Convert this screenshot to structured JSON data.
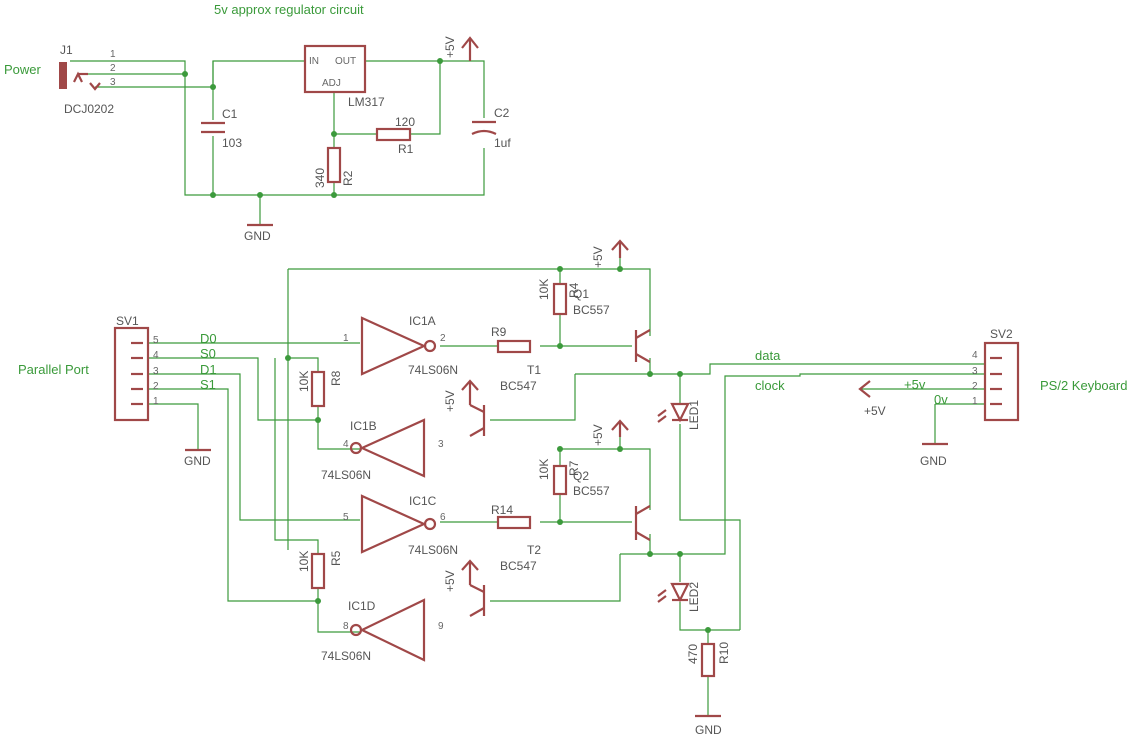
{
  "title": "5v approx regulator circuit",
  "connector_labels": {
    "power": "Power",
    "parallel_port": "Parallel Port",
    "ps2_keyboard": "PS/2 Keyboard"
  },
  "components": {
    "j1": {
      "name": "J1",
      "value": "DCJ0202",
      "pins": [
        "1",
        "2",
        "3"
      ]
    },
    "c1": {
      "name": "C1",
      "value": "103"
    },
    "c2": {
      "name": "C2",
      "value": "1uf"
    },
    "reg": {
      "name": "LM317",
      "in": "IN",
      "out": "OUT",
      "adj": "ADJ"
    },
    "r1": {
      "name": "R1",
      "value": "120"
    },
    "r2": {
      "name": "R2",
      "value": "340"
    },
    "r4": {
      "name": "R4",
      "value": "10K"
    },
    "r7": {
      "name": "R7",
      "value": "10K"
    },
    "r8": {
      "name": "R8",
      "value": "10K"
    },
    "r5": {
      "name": "R5",
      "value": "10K"
    },
    "r9": {
      "name": "R9"
    },
    "r14": {
      "name": "R14"
    },
    "r10": {
      "name": "R10",
      "value": "470"
    },
    "q1": {
      "name": "Q1",
      "value": "BC557"
    },
    "q2": {
      "name": "Q2",
      "value": "BC557"
    },
    "t1": {
      "name": "T1",
      "value": "BC547"
    },
    "t2": {
      "name": "T2",
      "value": "BC547"
    },
    "ic1a": {
      "name": "IC1A",
      "value": "74LS06N",
      "pin_in": "1",
      "pin_out": "2"
    },
    "ic1b": {
      "name": "IC1B",
      "value": "74LS06N",
      "pin_in": "3",
      "pin_out": "4"
    },
    "ic1c": {
      "name": "IC1C",
      "value": "74LS06N",
      "pin_in": "5",
      "pin_out": "6"
    },
    "ic1d": {
      "name": "IC1D",
      "value": "74LS06N",
      "pin_in": "9",
      "pin_out": "8"
    },
    "led1": {
      "name": "LED1"
    },
    "led2": {
      "name": "LED2"
    },
    "sv1": {
      "name": "SV1",
      "pins": [
        "5",
        "4",
        "3",
        "2",
        "1"
      ]
    },
    "sv2": {
      "name": "SV2",
      "pins": [
        "4",
        "3",
        "2",
        "1"
      ]
    }
  },
  "nets": {
    "d0": "D0",
    "s0": "S0",
    "d1": "D1",
    "s1": "S1",
    "data": "data",
    "clock": "clock",
    "plus5": "+5V",
    "plus5_lower": "+5v",
    "zero_v": "0v",
    "gnd": "GND"
  }
}
